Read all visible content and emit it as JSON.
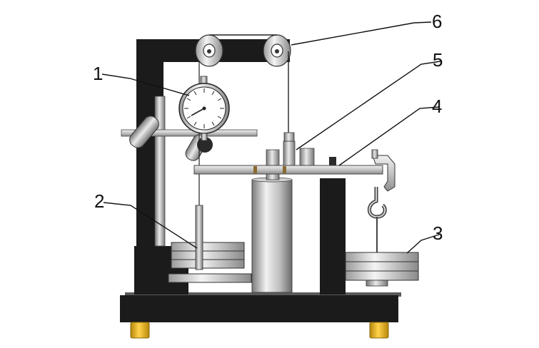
{
  "callouts": [
    {
      "id": "1",
      "text": "1"
    },
    {
      "id": "2",
      "text": "2"
    },
    {
      "id": "3",
      "text": "3"
    },
    {
      "id": "4",
      "text": "4"
    },
    {
      "id": "5",
      "text": "5"
    },
    {
      "id": "6",
      "text": "6"
    }
  ],
  "colors": {
    "frame": "#1a1a1a",
    "metal_light": "#e6e6e6",
    "metal_mid": "#b9b9b9",
    "metal_dark": "#6f6f6f",
    "foot": "#e3b21f",
    "gauge_face": "#ffffff"
  }
}
